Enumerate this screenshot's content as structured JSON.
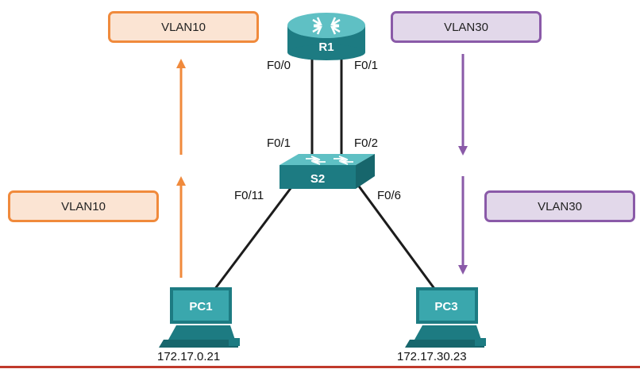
{
  "vlan_labels": {
    "top_left": "VLAN10",
    "mid_left": "VLAN10",
    "top_right": "VLAN30",
    "mid_right": "VLAN30"
  },
  "devices": {
    "router": "R1",
    "switch": "S2",
    "pc1": "PC1",
    "pc3": "PC3"
  },
  "ports": {
    "r1_f00": "F0/0",
    "r1_f01": "F0/1",
    "s2_f01": "F0/1",
    "s2_f02": "F0/2",
    "s2_f011": "F0/11",
    "s2_f06": "F0/6"
  },
  "addresses": {
    "pc1": "172.17.0.21",
    "pc3": "172.17.30.23"
  },
  "colors": {
    "vlan10": "#f08a3c",
    "vlan30": "#8a5aa8",
    "device_teal": "#2a8e95"
  }
}
